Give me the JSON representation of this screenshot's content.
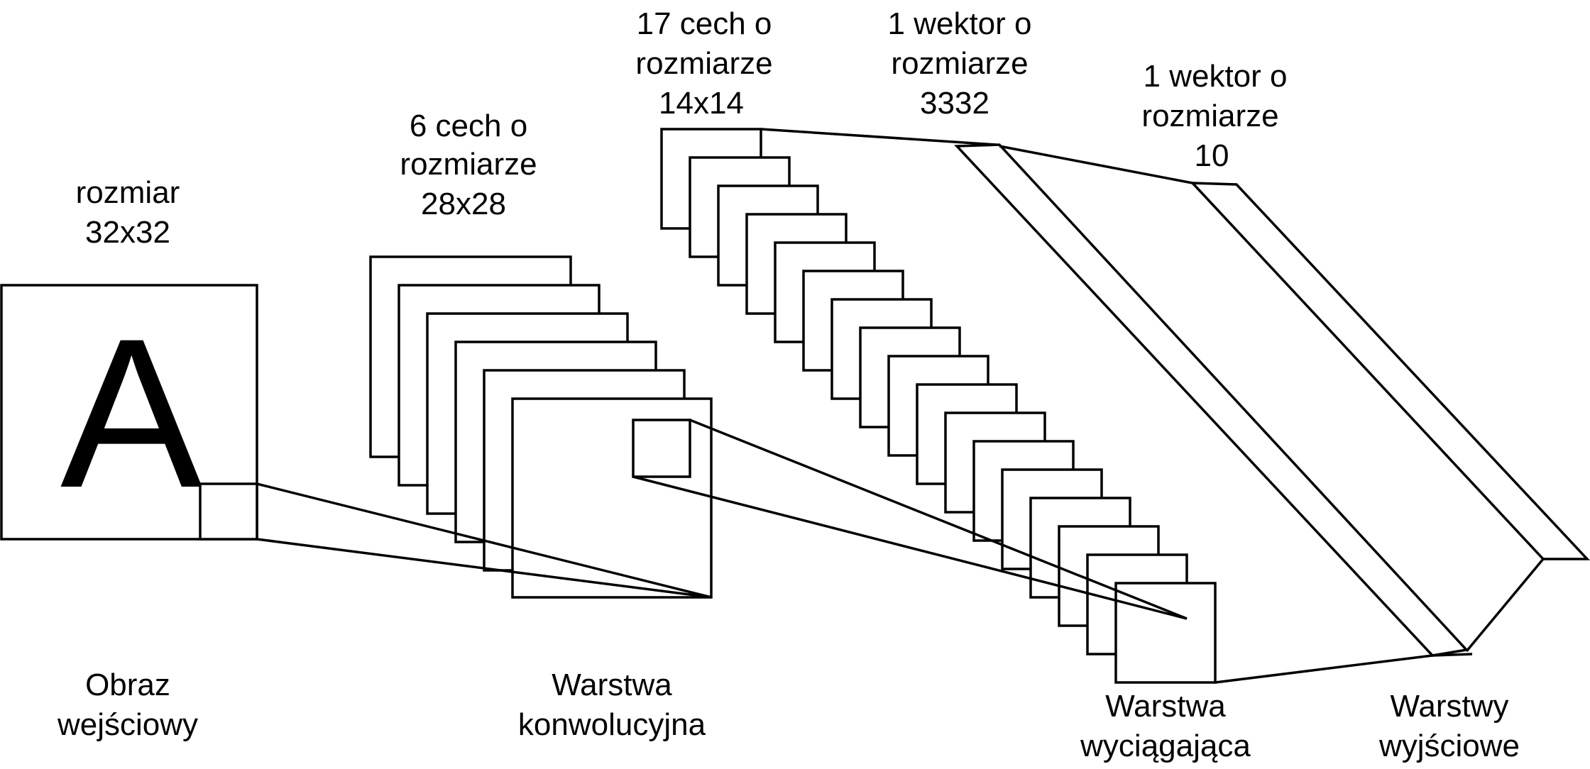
{
  "input_image": {
    "glyph": "A",
    "size_label": [
      "rozmiar",
      "32x32"
    ],
    "caption": [
      "Obraz",
      "wejściowy"
    ]
  },
  "conv_layer": {
    "feature_label": [
      "6 cech o",
      "rozmiarze",
      "28x28"
    ],
    "caption": [
      "Warstwa",
      "konwolucyjna"
    ],
    "feature_map_count": 6
  },
  "pool_layer": {
    "feature_label": [
      "17 cech o",
      "rozmiarze",
      "14x14"
    ],
    "caption": [
      "Warstwa",
      "wyciągająca"
    ],
    "feature_map_count": 17
  },
  "flatten_vector": {
    "label": [
      "1 wektor o",
      "rozmiarze",
      "3332"
    ]
  },
  "output_vector": {
    "label": [
      "1 wektor o",
      "rozmiarze",
      "10"
    ]
  },
  "output_layers": {
    "caption": [
      "Warstwy",
      "wyjściowe"
    ]
  },
  "colors": {
    "stroke": "#000000",
    "background": "#ffffff"
  }
}
